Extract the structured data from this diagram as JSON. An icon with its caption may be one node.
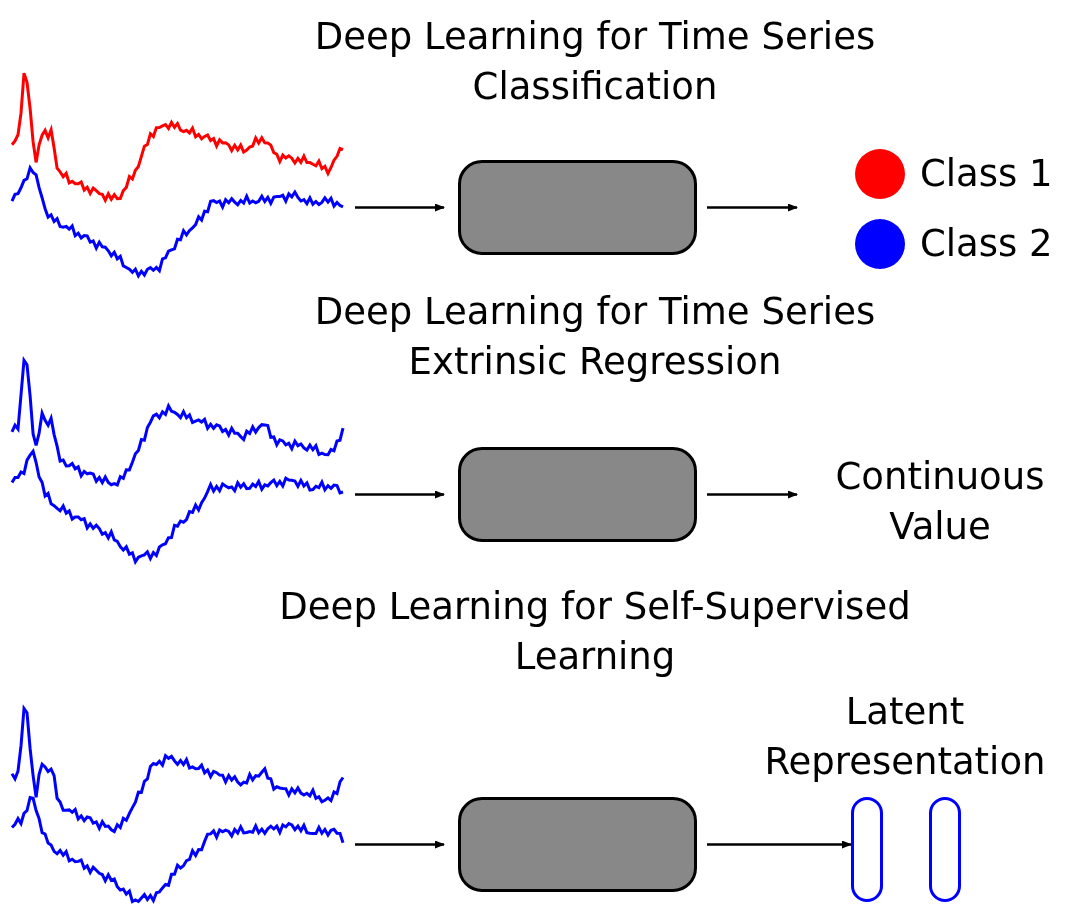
{
  "diagram": {
    "nodes": [
      {
        "text": [],
        "shape": "picture"
      },
      {
        "text": [],
        "shape": "box"
      },
      {
        "text": [],
        "shape": "picture"
      },
      {
        "text": [],
        "shape": "box"
      },
      {
        "text": [
          "Continuous Value"
        ]
      },
      {
        "text": [],
        "shape": "picture"
      },
      {
        "text": [],
        "shape": "box"
      },
      {
        "text": [
          "Latent Representation"
        ]
      },
      {
        "text": [],
        "shape": "capsule"
      },
      {
        "text": [],
        "shape": "capsule"
      }
    ],
    "edges": [
      {
        "from": 0,
        "to": 1,
        "arrow": "to"
      },
      {
        "from": 1,
        "to": null,
        "arrow": "to"
      },
      {
        "from": 2,
        "to": 3,
        "arrow": "to"
      },
      {
        "from": 3,
        "to": 4,
        "arrow": "to"
      },
      {
        "from": 5,
        "to": 6,
        "arrow": "to"
      },
      {
        "from": 6,
        "to": 8,
        "arrow": "to"
      }
    ],
    "labels": [
      "Deep Learning for Time Series Classification",
      "Deep Learning for Time Series Extrinsic Regression",
      "Deep Learning for Self-Supervised Learning"
    ],
    "legend": [
      {
        "text": "Class 1",
        "color": "#ff0000"
      },
      {
        "text": "Class 2",
        "color": "#0000ff"
      }
    ]
  }
}
